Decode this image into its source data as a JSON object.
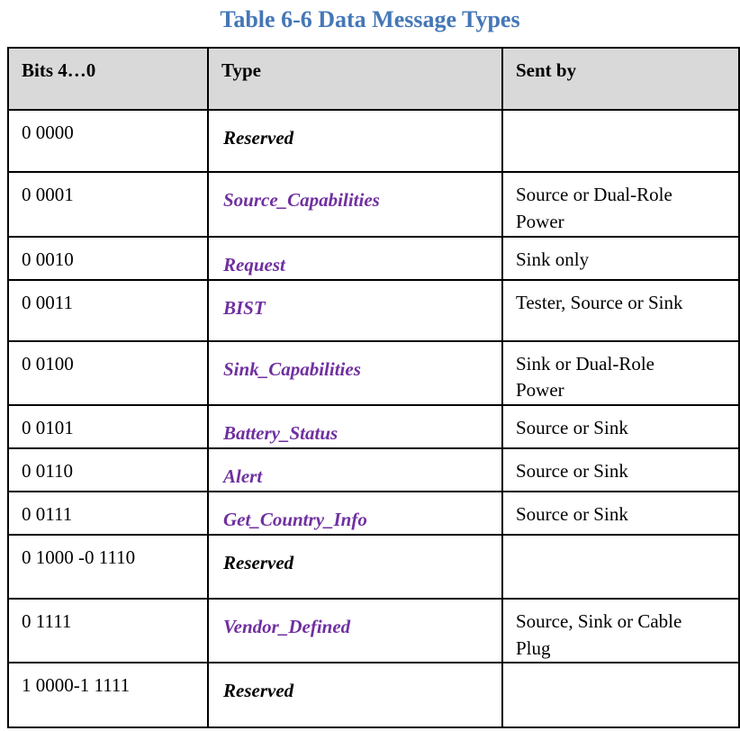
{
  "title": "Table 6-6 Data Message Types",
  "colors": {
    "title_blue": "#4577b7",
    "header_bg": "#d9d9d9",
    "message_purple": "#7030a0",
    "border": "#000000"
  },
  "table": {
    "headers": {
      "bits": "Bits 4…0",
      "type": "Type",
      "sent_by": "Sent by"
    },
    "rows": [
      {
        "bits": "0 0000",
        "type": "Reserved",
        "sent_by": ""
      },
      {
        "bits": "0 0001",
        "type": "Source_Capabilities",
        "sent_by": "Source or Dual-Role Power"
      },
      {
        "bits": "0 0010",
        "type": "Request",
        "sent_by": "Sink only"
      },
      {
        "bits": "0 0011",
        "type": "BIST",
        "sent_by": "Tester, Source or Sink"
      },
      {
        "bits": "0 0100",
        "type": "Sink_Capabilities",
        "sent_by": "Sink or Dual-Role Power"
      },
      {
        "bits": "0 0101",
        "type": "Battery_Status",
        "sent_by": "Source or Sink"
      },
      {
        "bits": "0 0110",
        "type": "Alert",
        "sent_by": "Source or Sink"
      },
      {
        "bits": "0 0111",
        "type": "Get_Country_Info",
        "sent_by": "Source or Sink"
      },
      {
        "bits": "0 1000 -0 1110",
        "type": "Reserved",
        "sent_by": ""
      },
      {
        "bits": "0 1111",
        "type": "Vendor_Defined",
        "sent_by": "Source, Sink or Cable Plug"
      },
      {
        "bits": "1 0000-1 1111",
        "type": "Reserved",
        "sent_by": ""
      }
    ]
  }
}
